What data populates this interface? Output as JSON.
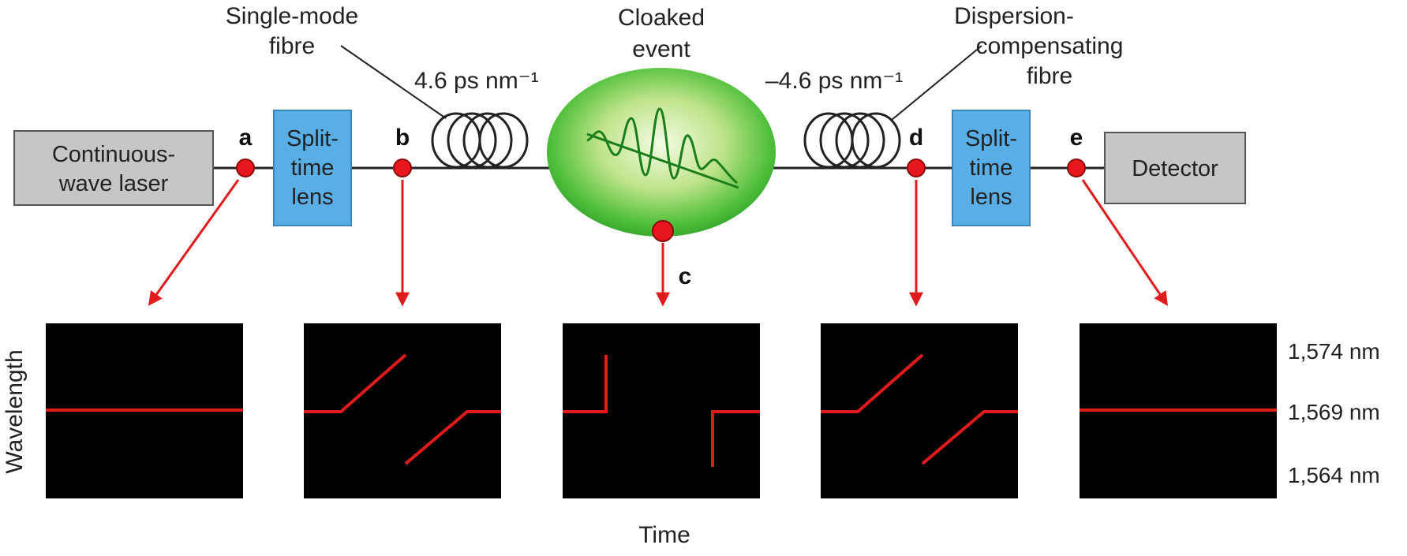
{
  "colors": {
    "signal_red": "#e11b1b",
    "probe_point": "#e8161d",
    "split_lens_fill": "#5aaee6",
    "device_fill": "#c6c6c6",
    "fibre": "#222222",
    "cloak_green": "#2fb52f",
    "panel_bg": "#000000"
  },
  "labels": {
    "laser": [
      "Continuous-",
      "wave laser"
    ],
    "split_lens_left": [
      "Split-",
      "time",
      "lens"
    ],
    "split_lens_right": [
      "Split-",
      "time",
      "lens"
    ],
    "detector": "Detector",
    "smf": [
      "Single-mode",
      "fibre"
    ],
    "smf_dispersion": "4.6 ps nm⁻¹",
    "cloak": [
      "Cloaked",
      "event"
    ],
    "dcf": [
      "Dispersion-",
      "compensating",
      "fibre"
    ],
    "dcf_dispersion": "–4.6 ps nm⁻¹"
  },
  "points": {
    "a": "a",
    "b": "b",
    "c": "c",
    "d": "d",
    "e": "e"
  },
  "axes": {
    "y_label": "Wavelength",
    "x_label": "Time",
    "ticks": [
      "1,574 nm",
      "1,569 nm",
      "1,564 nm"
    ]
  },
  "icons": {
    "coil": "fibre-coil-icon",
    "waveform": "wave-packet-icon",
    "arrow": "red-arrow-icon"
  }
}
